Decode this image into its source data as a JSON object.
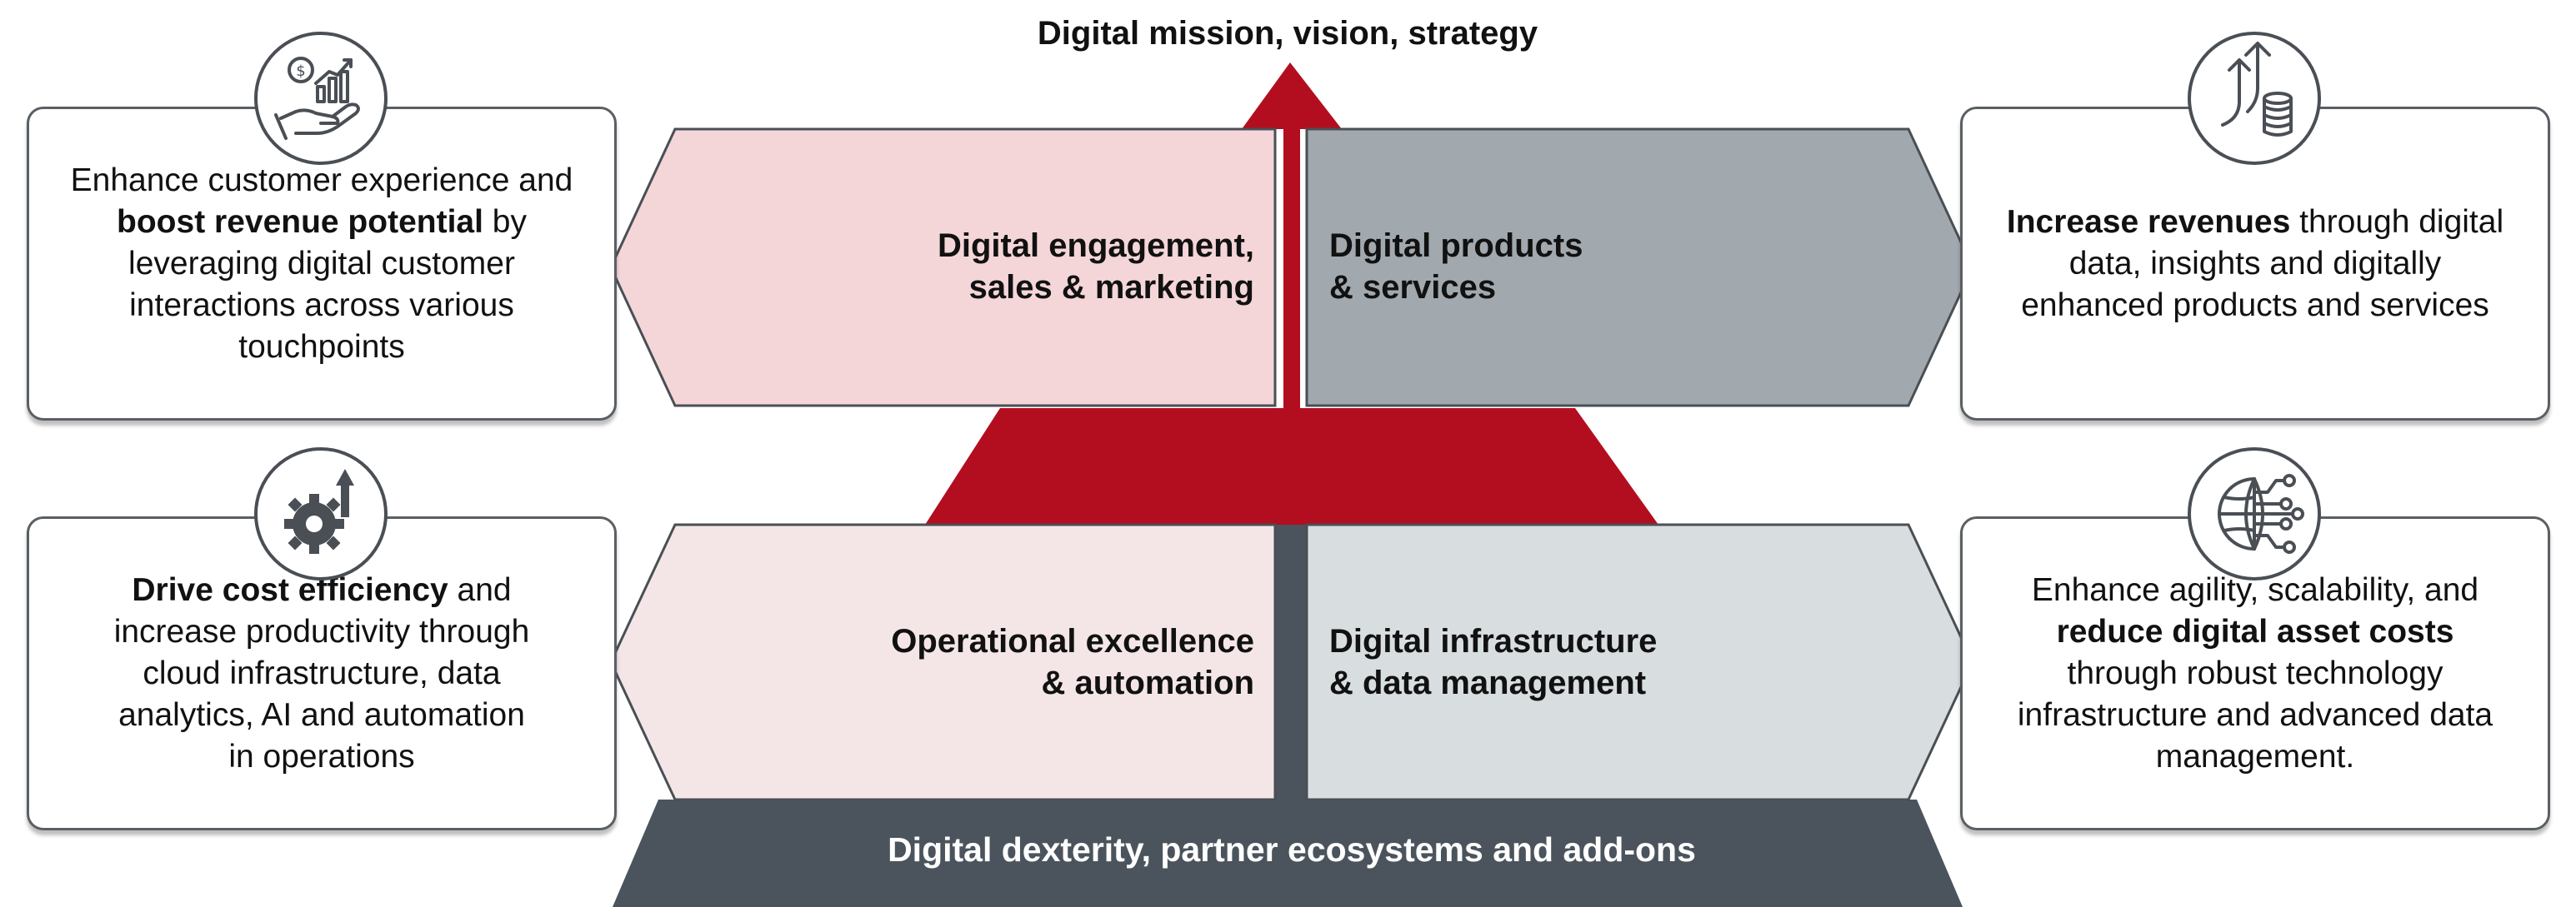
{
  "title": "Digital mission, vision, strategy",
  "base": "Digital dexterity, partner ecosystems and add-ons",
  "segments": {
    "top_left": {
      "line1": "Digital engagement,",
      "line2": "sales & marketing"
    },
    "top_right": {
      "line1": "Digital products",
      "line2": "& services"
    },
    "bottom_left": {
      "line1": "Operational excellence",
      "line2": "& automation"
    },
    "bottom_right": {
      "line1": "Digital infrastructure",
      "line2": "& data management"
    }
  },
  "cards": {
    "top_left": {
      "icon": "hand-coin-growth-icon",
      "l1": "Enhance customer experience and",
      "l2_bold": "boost revenue potential",
      "l2_rest": " by",
      "l3": "leveraging digital customer",
      "l4": "interactions across various",
      "l5": "touchpoints"
    },
    "top_right": {
      "icon": "arrows-up-coins-icon",
      "l1_bold": "Increase revenues",
      "l1_rest": " through digital",
      "l2": "data, insights and digitally",
      "l3": "enhanced products and services"
    },
    "bottom_left": {
      "icon": "gear-arrow-up-icon",
      "l1_bold": "Drive cost efficiency",
      "l1_rest": " and",
      "l2": "increase productivity through",
      "l3": "cloud infrastructure, data",
      "l4": "analytics, AI and automation",
      "l5": "in operations"
    },
    "bottom_right": {
      "icon": "globe-network-icon",
      "l1": "Enhance agility, scalability, and",
      "l2_bold": "reduce digital asset costs",
      "l3": "through robust technology",
      "l4": "infrastructure and advanced data",
      "l5": "management."
    }
  },
  "colors": {
    "red": "#b30e1f",
    "dark_slate": "#4b545c",
    "pink_light": "#f4d6d9",
    "pink_lighter": "#f4e6e7",
    "gray_mid": "#a2a9ae",
    "gray_light": "#d8dde0",
    "outline": "#4a4f55"
  }
}
